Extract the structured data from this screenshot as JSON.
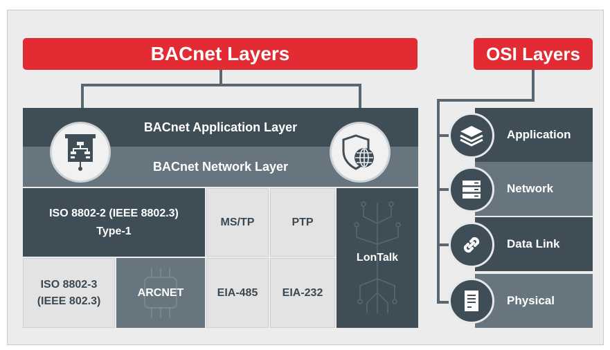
{
  "bacnet": {
    "title": "BACnet Layers",
    "application_layer": "BACnet Application Layer",
    "network_layer": "BACnet Network Layer",
    "datalink": {
      "iso_8802_2_line1": "ISO 8802-2 (IEEE 8802.3)",
      "iso_8802_2_line2": "Type-1",
      "mstp": "MS/TP",
      "ptp": "PTP",
      "lontalk": "LonTalk",
      "iso_8802_3_line1": "ISO 8802-3",
      "iso_8802_3_line2": "(IEEE 802.3)",
      "arcnet": "ARCNET",
      "eia485": "EIA-485",
      "eia232": "EIA-232"
    },
    "icons": [
      "hierarchy-board-icon",
      "shield-globe-icon",
      "circuit-chip-icon",
      "circuit-tree-icon"
    ]
  },
  "osi": {
    "title": "OSI Layers",
    "layers": [
      {
        "label": "Application",
        "icon": "stack-layers-icon"
      },
      {
        "label": "Network",
        "icon": "server-icon"
      },
      {
        "label": "Data Link",
        "icon": "link-icon"
      },
      {
        "label": "Physical",
        "icon": "document-icon"
      }
    ]
  },
  "colors": {
    "accent_red": "#e32b34",
    "dark_slate": "#3f4d57",
    "mid_slate": "#67757e",
    "light_grey": "#e3e3e3",
    "background": "#ececec"
  }
}
